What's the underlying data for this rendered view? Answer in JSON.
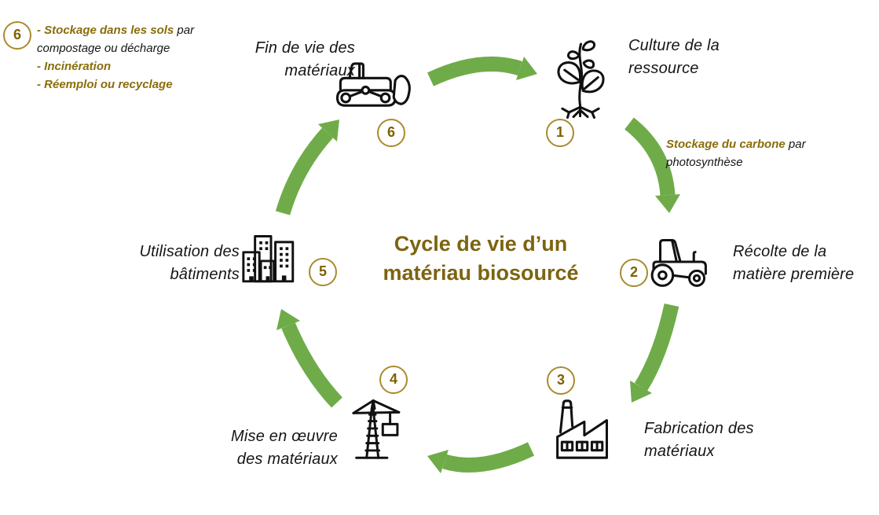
{
  "title": {
    "line1": "Cycle de vie d’un",
    "line2": "matériau biosourcé"
  },
  "colors": {
    "arrow_green": "#6FAC49",
    "title_gold": "#7C6410",
    "annotation_gold": "#8A6D0B",
    "badge_ring_gold": "#A98B2D",
    "badge_number_gold": "#7F6000"
  },
  "steps": [
    {
      "number": "1",
      "icon": "seedling-icon",
      "label_line1": "Culture de la",
      "label_line2": "ressource"
    },
    {
      "number": "2",
      "icon": "tractor-icon",
      "label_line1": "Récolte de la",
      "label_line2": "matière première"
    },
    {
      "number": "3",
      "icon": "factory-icon",
      "label_line1": "Fabrication des",
      "label_line2": "matériaux"
    },
    {
      "number": "4",
      "icon": "crane-icon",
      "label_line1": "Mise en œuvre",
      "label_line2": "des matériaux"
    },
    {
      "number": "5",
      "icon": "buildings-icon",
      "label_line1": "Utilisation des",
      "label_line2": "bâtiments"
    },
    {
      "number": "6",
      "icon": "bulldozer-icon",
      "label_line1": "Fin de vie des",
      "label_line2": "matériaux"
    }
  ],
  "annotations": {
    "carbon_storage": {
      "bold_text": "Stockage du carbone",
      "regular_text": " par",
      "line2": "photosynthèse"
    },
    "end_of_life": {
      "number": "6",
      "item1_bold": "- Stockage dans les sols",
      "item1_regular": " par",
      "item1_line2": "compostage ou décharge",
      "item2": "- Incinération",
      "item3": "- Réemploi ou recyclage"
    }
  }
}
